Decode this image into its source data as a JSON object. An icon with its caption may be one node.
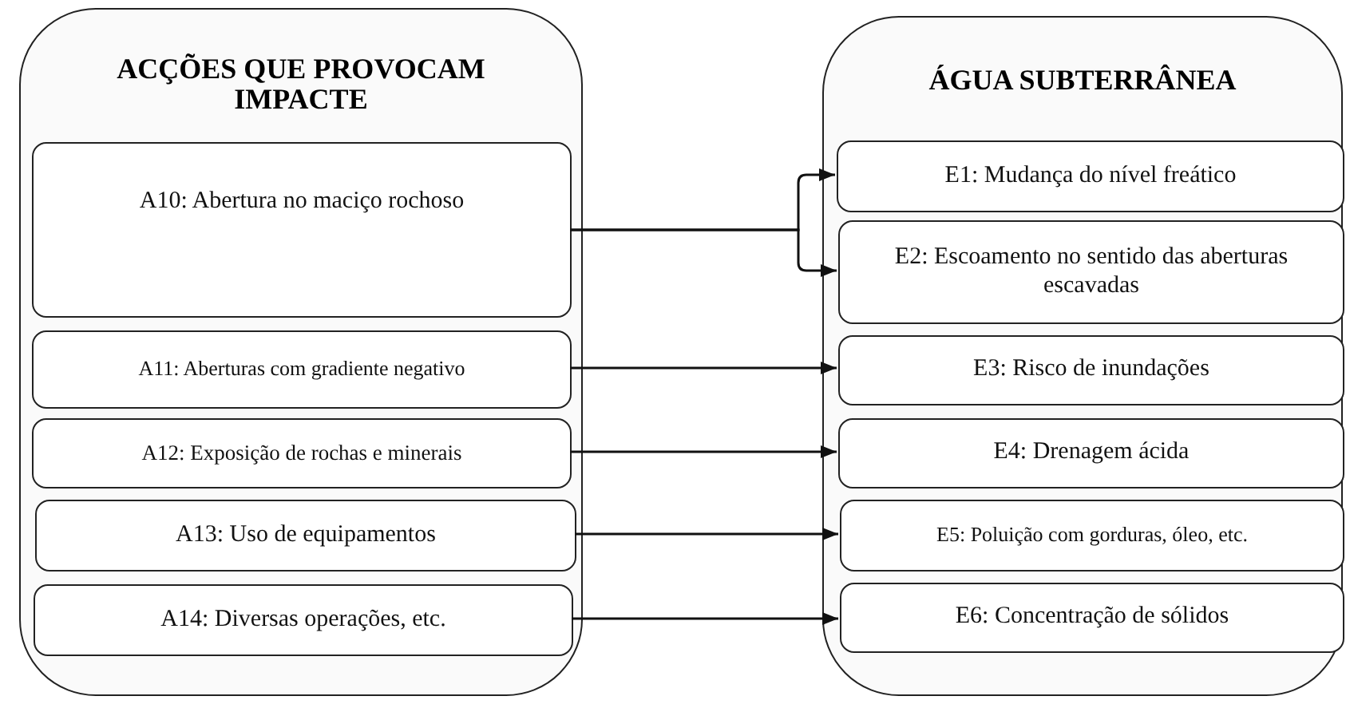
{
  "diagram": {
    "nodes": [
      {
        "text": [
          "ACÇÕES QUE PROVOCAM IMPACTE"
        ]
      },
      {
        "text": [
          "A10: Abertura no maciço rochoso"
        ],
        "in": 0
      },
      {
        "text": [
          "A11: Aberturas com gradiente negativo"
        ],
        "in": 0
      },
      {
        "text": [
          "A12: Exposição de rochas e minerais"
        ],
        "in": 0
      },
      {
        "text": [
          "A13: Uso de equipamentos"
        ],
        "in": 0
      },
      {
        "text": [
          "A14: Diversas operações, etc."
        ],
        "in": 0
      },
      {
        "text": [
          "ÁGUA SUBTERRÂNEA"
        ]
      },
      {
        "text": [
          "E1: Mudança do nível freático"
        ],
        "in": 6
      },
      {
        "text": [
          "E2: Escoamento no sentido das aberturas escavadas"
        ],
        "in": 6
      },
      {
        "text": [
          "E3: Risco de inundações"
        ],
        "in": 6
      },
      {
        "text": [
          "E4: Drenagem ácida"
        ],
        "in": 6
      },
      {
        "text": [
          "E5: Poluição com gorduras, óleo, etc."
        ],
        "in": 6
      },
      {
        "text": [
          "E6: Concentração de sólidos"
        ],
        "in": 6
      }
    ],
    "edges": [
      {
        "from": 1,
        "to": 7,
        "arrow": "to"
      },
      {
        "from": 1,
        "to": 8,
        "arrow": "to"
      },
      {
        "from": 2,
        "to": 9,
        "arrow": "to"
      },
      {
        "from": 3,
        "to": 10,
        "arrow": "to"
      },
      {
        "from": 4,
        "to": 11,
        "arrow": "to"
      },
      {
        "from": 5,
        "to": 12,
        "arrow": "to"
      }
    ]
  }
}
